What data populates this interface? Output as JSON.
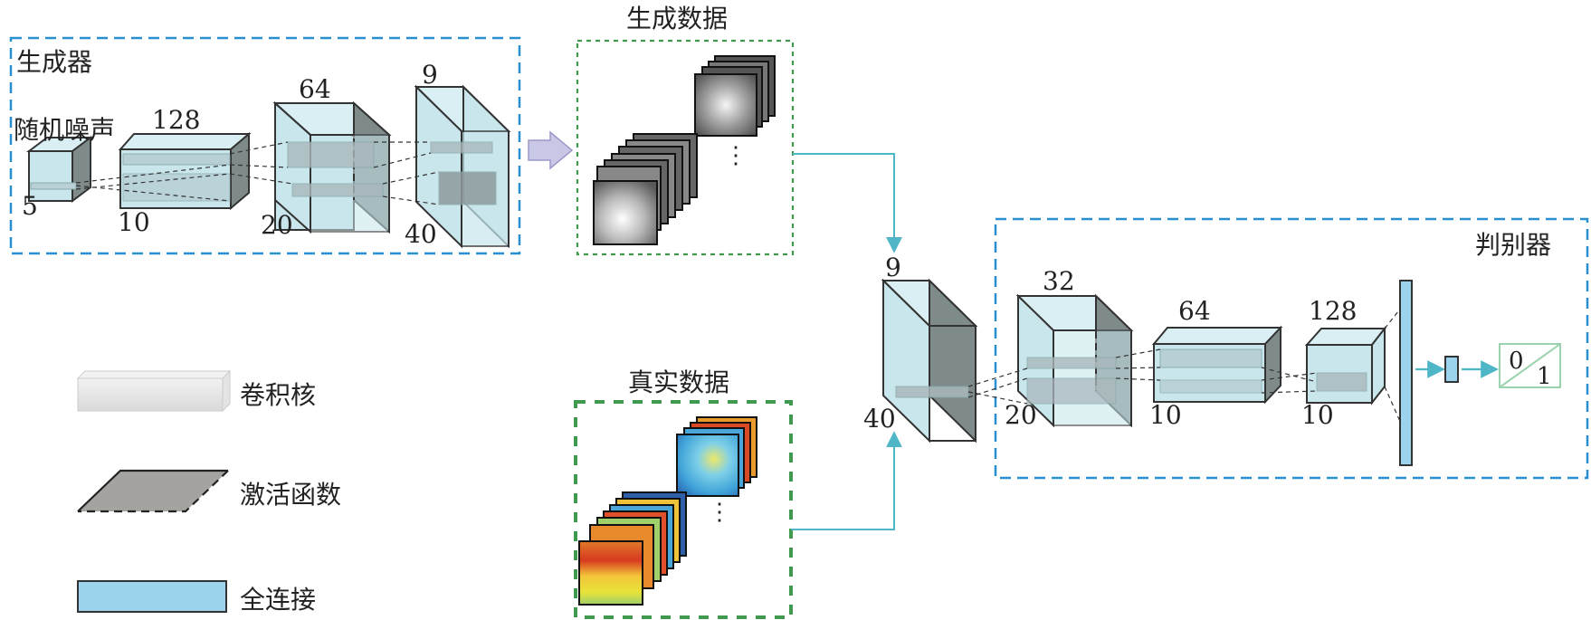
{
  "generator": {
    "title": "生成器",
    "noise_label": "随机噪声",
    "noise_dim": "5",
    "layer1_top": "128",
    "layer1_bottom": "10",
    "layer2_top": "64",
    "layer2_bottom": "20",
    "layer3_top": "9",
    "layer3_bottom": "40"
  },
  "generated_data": {
    "title": "生成数据",
    "ellipsis": "⋮"
  },
  "real_data": {
    "title": "真实数据",
    "ellipsis": "⋮"
  },
  "input_block": {
    "top": "9",
    "bottom": "40"
  },
  "discriminator": {
    "title": "判别器",
    "layer1_top": "32",
    "layer1_bottom": "20",
    "layer2_top": "64",
    "layer2_bottom": "10",
    "layer3_top": "128",
    "layer3_bottom": "10",
    "output_0": "0",
    "output_1": "1"
  },
  "legend": {
    "kernel": "卷积核",
    "activation": "激活函数",
    "fully_connected": "全连接"
  },
  "colors": {
    "box_face": "#c8e6ec",
    "box_dark": "#7f8a8a",
    "blue_dash": "#2a8fd0",
    "green_dash": "#3f9a4d",
    "arrow_cyan": "#4fb6c8",
    "fc_blue": "#9cd3ec"
  }
}
